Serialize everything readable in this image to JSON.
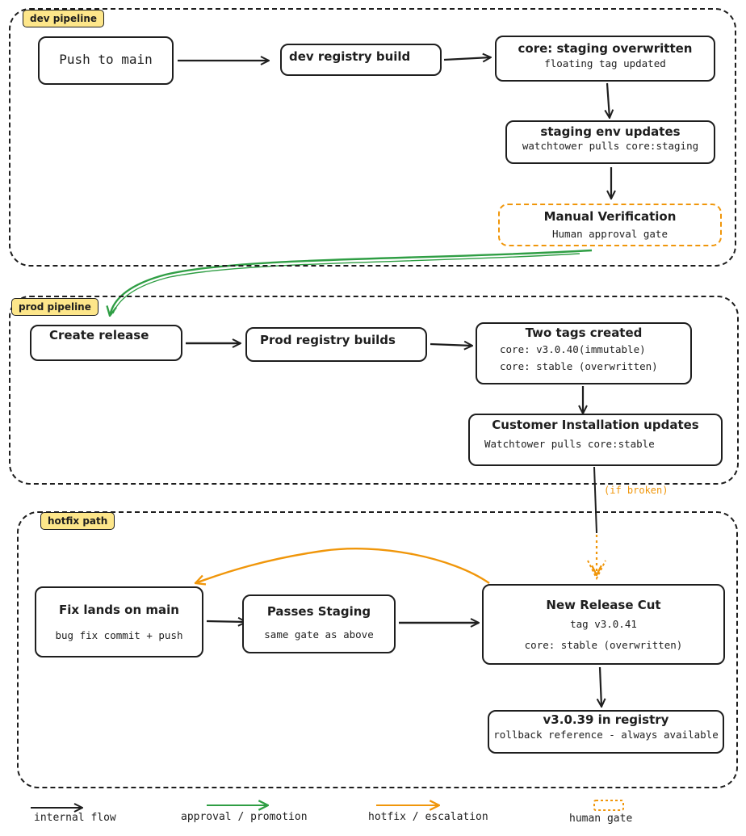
{
  "groups": {
    "dev": {
      "label": "dev pipeline"
    },
    "prod": {
      "label": "prod pipeline"
    },
    "hotfix": {
      "label": "hotfix path"
    }
  },
  "nodes": {
    "push_main": {
      "title": "Push to main"
    },
    "dev_registry": {
      "title": "dev registry build"
    },
    "core_staging": {
      "title": "core: staging overwritten",
      "sub": "floating tag updated"
    },
    "staging_env": {
      "title": "staging env updates",
      "sub": "watchtower pulls core:staging"
    },
    "manual_verification": {
      "title": "Manual Verification",
      "sub": "Human approval gate"
    },
    "create_release": {
      "title": "Create release"
    },
    "prod_registry": {
      "title": "Prod registry builds"
    },
    "two_tags": {
      "title": "Two tags created",
      "sub1": "core: v3.0.40(immutable)",
      "sub2": "core: stable (overwritten)"
    },
    "customer_install": {
      "title": "Customer Installation updates",
      "sub": "Watchtower pulls core:stable"
    },
    "fix_lands": {
      "title": "Fix lands on main",
      "sub": "bug fix commit + push"
    },
    "passes_staging": {
      "title": "Passes Staging",
      "sub": "same gate as above"
    },
    "new_release": {
      "title": "New Release Cut",
      "sub1": "tag v3.0.41",
      "sub2": "core: stable (overwritten)"
    },
    "registry_v39": {
      "title": "v3.0.39 in registry",
      "sub": "rollback reference - always available"
    }
  },
  "edge_labels": {
    "if_broken": "(if broken)"
  },
  "legend": {
    "internal": "internal flow",
    "approval": "approval / promotion",
    "hotfix": "hotfix / escalation",
    "gate": "human gate"
  },
  "colors": {
    "ink": "#1e1e1e",
    "approval_green": "#2f9e44",
    "hotfix_orange": "#f0960a",
    "label_yellow": "#fde68a"
  }
}
